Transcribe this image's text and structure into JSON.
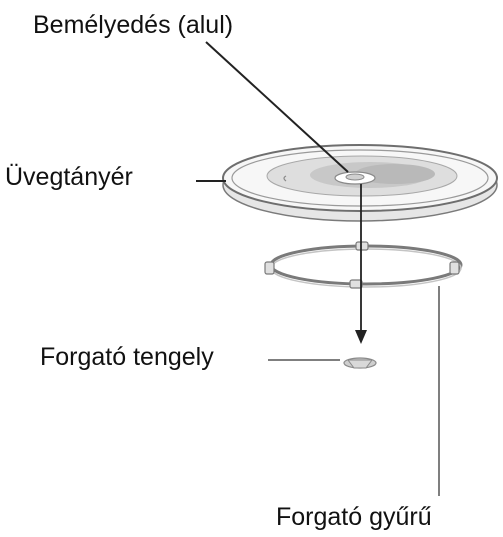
{
  "labels": {
    "recess": "Bemélyedés (alul)",
    "glass_tray": "Üvegtányér",
    "rotating_shaft": "Forgató tengely",
    "rotating_ring": "Forgató gyűrű"
  },
  "colors": {
    "line": "#222222",
    "part_outline": "#6e6e6e",
    "part_fill": "#f2f2f2",
    "part_shade": "#d9d9d9"
  }
}
